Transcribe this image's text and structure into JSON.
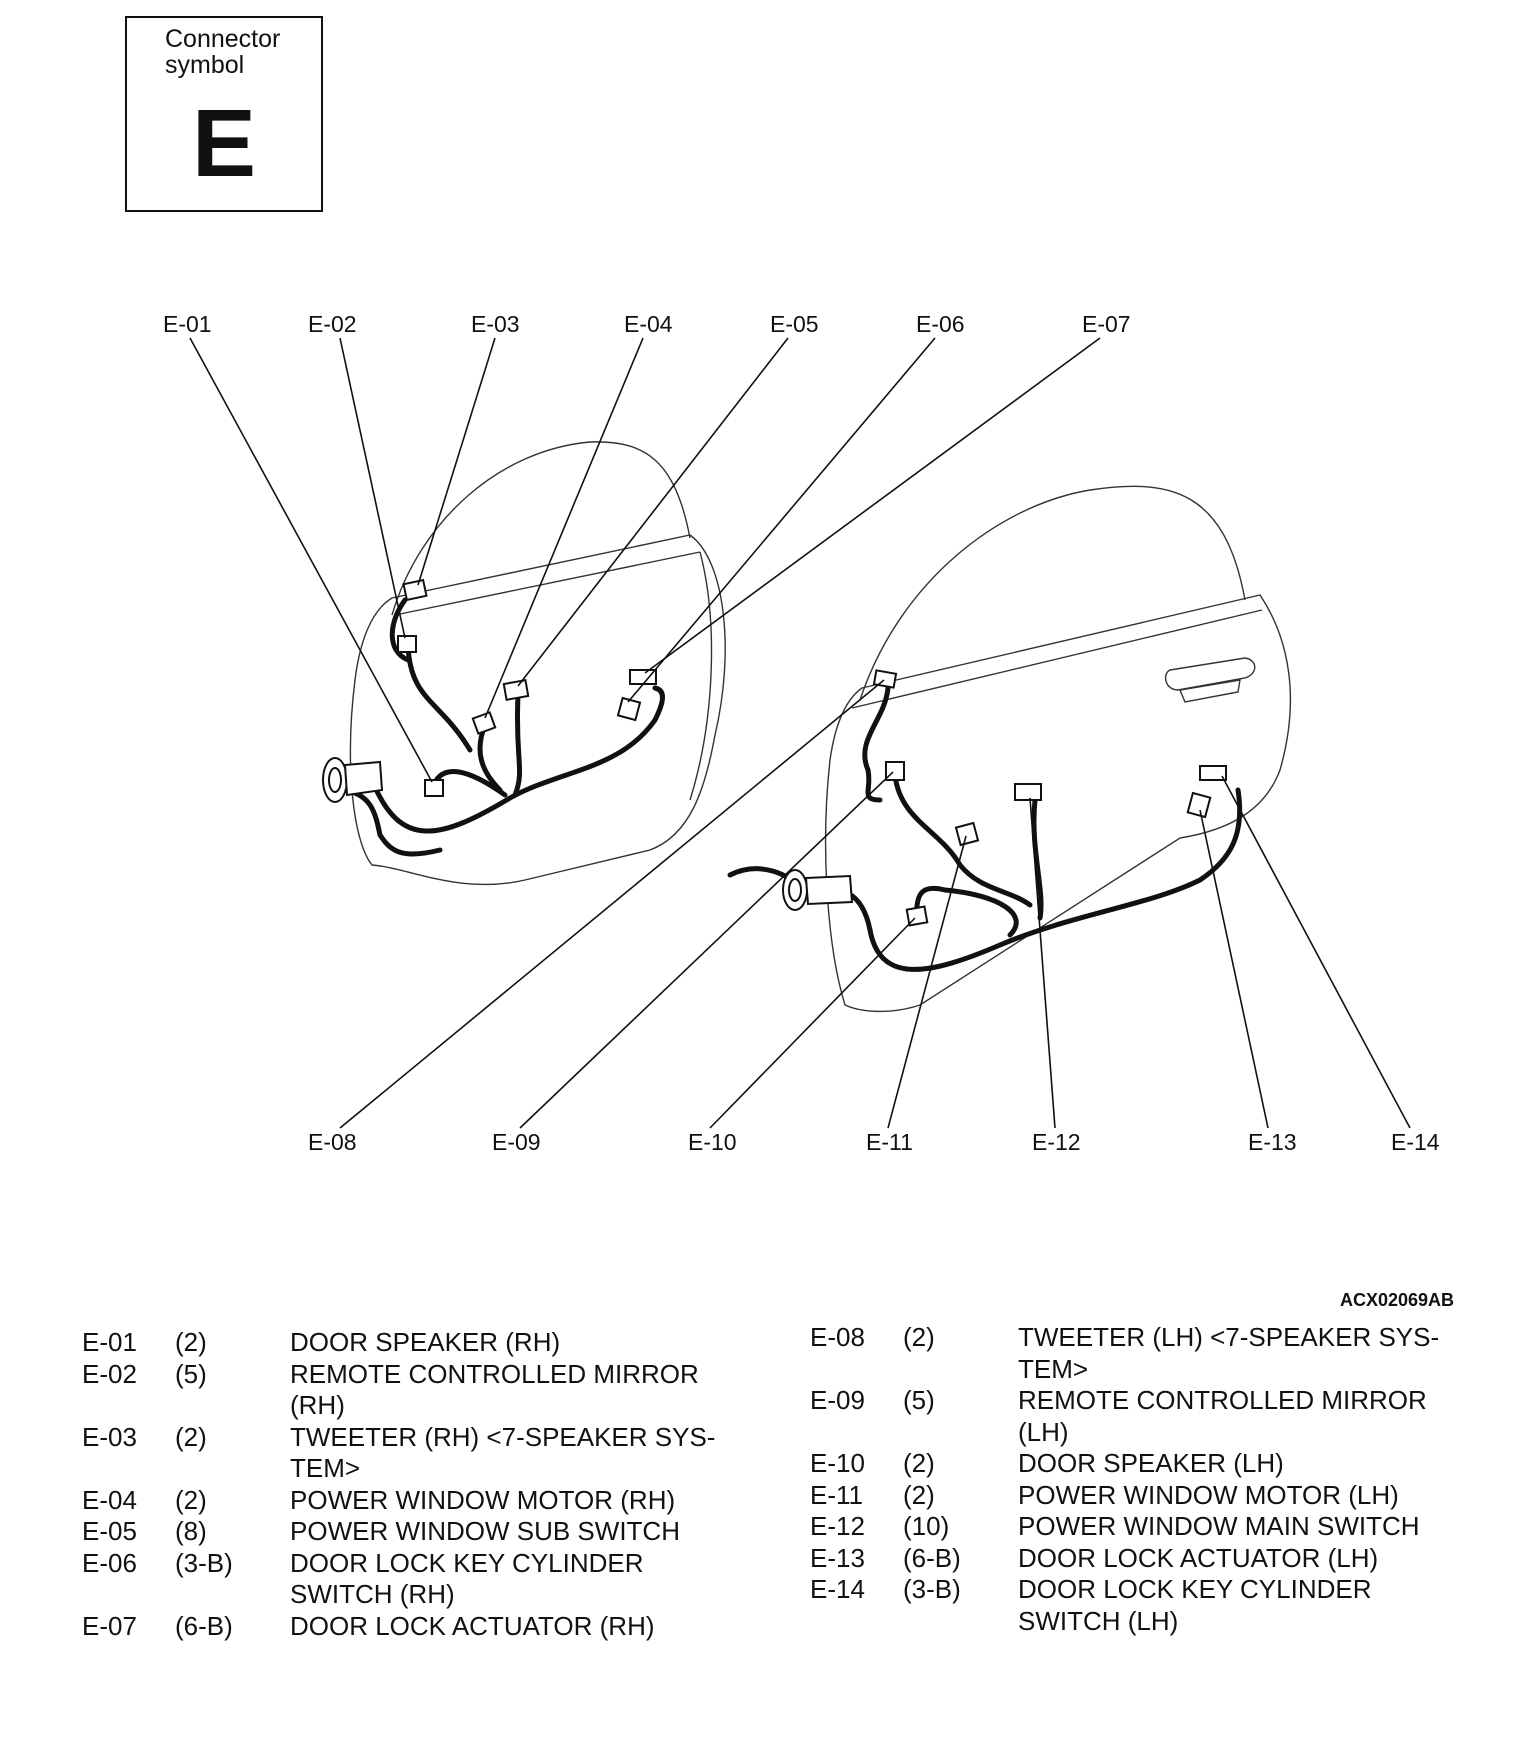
{
  "symbol": {
    "caption": "Connector\nsymbol",
    "letter": "E"
  },
  "code": "ACX02069AB",
  "callouts_top": [
    "E-01",
    "E-02",
    "E-03",
    "E-04",
    "E-05",
    "E-06",
    "E-07"
  ],
  "callouts_bottom": [
    "E-08",
    "E-09",
    "E-10",
    "E-11",
    "E-12",
    "E-13",
    "E-14"
  ],
  "legend_left": [
    {
      "id": "E-01",
      "pins": "(2)",
      "desc": "DOOR SPEAKER (RH)"
    },
    {
      "id": "E-02",
      "pins": "(5)",
      "desc": "REMOTE CONTROLLED MIRROR\n(RH)"
    },
    {
      "id": "E-03",
      "pins": "(2)",
      "desc": "TWEETER (RH) <7-SPEAKER SYS-\nTEM>"
    },
    {
      "id": "E-04",
      "pins": "(2)",
      "desc": "POWER WINDOW MOTOR (RH)"
    },
    {
      "id": "E-05",
      "pins": "(8)",
      "desc": "POWER WINDOW SUB SWITCH"
    },
    {
      "id": "E-06",
      "pins": "(3-B)",
      "desc": "DOOR LOCK KEY CYLINDER\nSWITCH (RH)"
    },
    {
      "id": "E-07",
      "pins": "(6-B)",
      "desc": "DOOR LOCK ACTUATOR (RH)"
    }
  ],
  "legend_right": [
    {
      "id": "E-08",
      "pins": "(2)",
      "desc": "TWEETER (LH) <7-SPEAKER SYS-\nTEM>"
    },
    {
      "id": "E-09",
      "pins": "(5)",
      "desc": "REMOTE CONTROLLED MIRROR\n(LH)"
    },
    {
      "id": "E-10",
      "pins": "(2)",
      "desc": "DOOR SPEAKER (LH)"
    },
    {
      "id": "E-11",
      "pins": "(2)",
      "desc": "POWER WINDOW MOTOR (LH)"
    },
    {
      "id": "E-12",
      "pins": "(10)",
      "desc": "POWER WINDOW MAIN SWITCH"
    },
    {
      "id": "E-13",
      "pins": "(6-B)",
      "desc": "DOOR LOCK ACTUATOR (LH)"
    },
    {
      "id": "E-14",
      "pins": "(3-B)",
      "desc": "DOOR LOCK KEY CYLINDER\nSWITCH (LH)"
    }
  ]
}
